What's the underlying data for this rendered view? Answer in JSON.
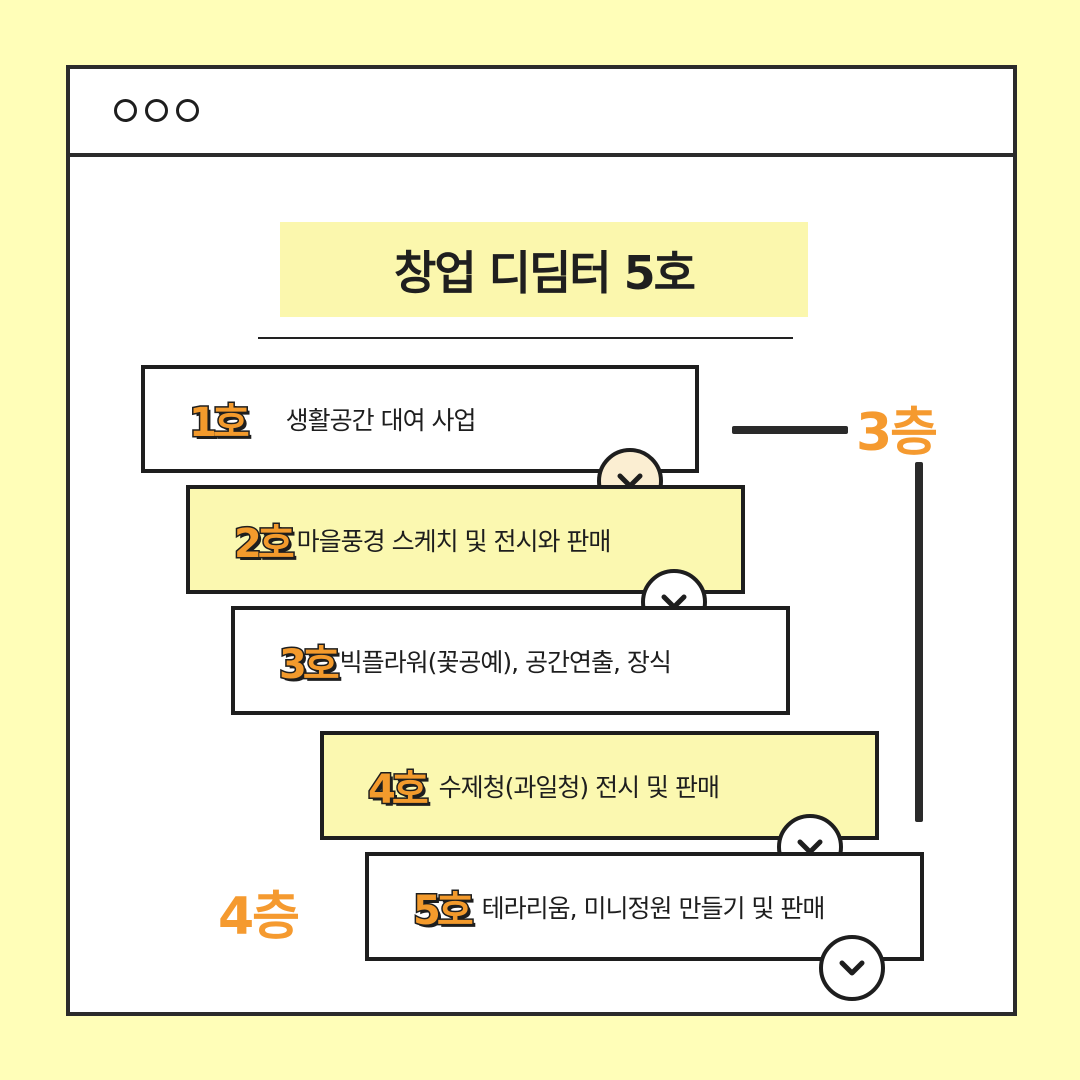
{
  "window": {
    "dots": [
      "dot-1",
      "dot-2",
      "dot-3"
    ]
  },
  "title": "창업 디딤터 5호",
  "rooms": [
    {
      "badge": "1호",
      "label": "생활공간 대여 사업"
    },
    {
      "badge": "2호",
      "label": "마을풍경 스케치 및 전시와 판매"
    },
    {
      "badge": "3호",
      "label": "빅플라워(꽃공예), 공간연출, 장식"
    },
    {
      "badge": "4호",
      "label": "수제청(과일청) 전시 및 판매"
    },
    {
      "badge": "5호",
      "label": "테라리움, 미니정원 만들기 및 판매"
    }
  ],
  "floors": {
    "upper": "3층",
    "lower": "4층"
  },
  "icons": {
    "chevron": "chevron-down-icon"
  },
  "colors": {
    "background": "#fffeb8",
    "accent": "#f59a2f",
    "highlight": "#fbf8b0",
    "outline": "#1e1e1e"
  }
}
